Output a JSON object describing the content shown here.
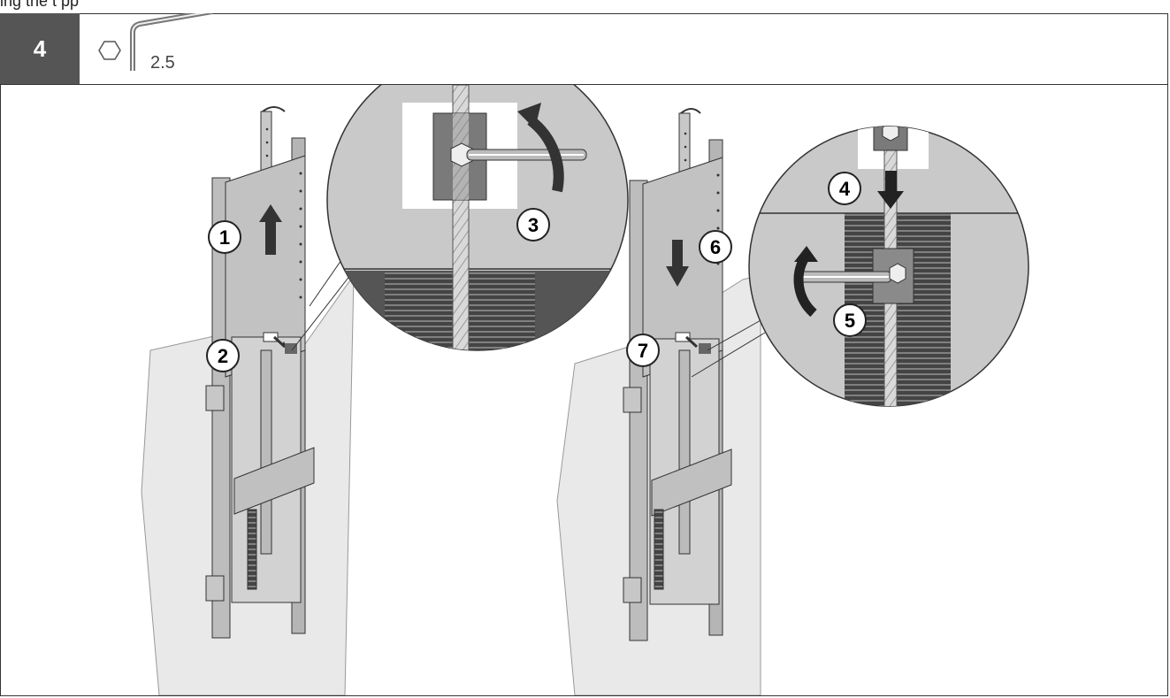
{
  "top_text": "ing the t      pp",
  "step": {
    "number": "4"
  },
  "tool": {
    "icon": "hex-key-icon",
    "size": "2.5"
  },
  "callouts": [
    "1",
    "2",
    "3",
    "4",
    "5",
    "6",
    "7"
  ],
  "colors": {
    "step_box": "#555555",
    "panel": "#bdbdbd",
    "wall": "#e6e6e6",
    "dark": "#333333"
  }
}
